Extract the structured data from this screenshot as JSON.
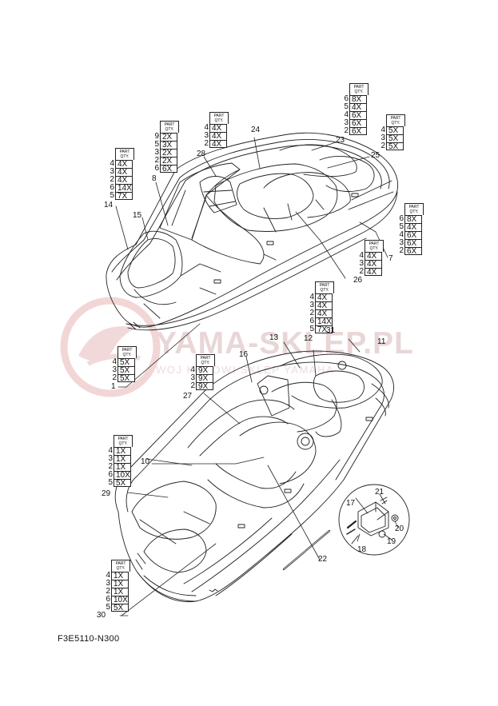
{
  "watermark": {
    "brand": "YAMA-SKLEP.PL",
    "subtitle": "WOJ KCHOWI  SKLEP YAMAHA"
  },
  "diagram_code": "F3E5110-N300",
  "qty_header": {
    "line1": "PART",
    "line2": "QTY."
  },
  "qty_tables": [
    {
      "id": "t14",
      "rows": [
        [
          "4",
          "4X"
        ],
        [
          "3",
          "4X"
        ],
        [
          "2",
          "4X"
        ],
        [
          "6",
          "14X"
        ],
        [
          "5",
          "7X"
        ]
      ]
    },
    {
      "id": "t8",
      "rows": [
        [
          "9",
          "2X"
        ],
        [
          "5",
          "3X"
        ],
        [
          "3",
          "2X"
        ],
        [
          "2",
          "2X"
        ],
        [
          "6",
          "6X"
        ]
      ]
    },
    {
      "id": "t28",
      "rows": [
        [
          "4",
          "4X"
        ],
        [
          "3",
          "4X"
        ],
        [
          "2",
          "4X"
        ]
      ]
    },
    {
      "id": "t23",
      "rows": [
        [
          "6",
          "8X"
        ],
        [
          "5",
          "4X"
        ],
        [
          "4",
          "6X"
        ],
        [
          "3",
          "6X"
        ],
        [
          "2",
          "6X"
        ]
      ]
    },
    {
      "id": "t25",
      "rows": [
        [
          "4",
          "5X"
        ],
        [
          "3",
          "5X"
        ],
        [
          "2",
          "5X"
        ]
      ]
    },
    {
      "id": "t7",
      "rows": [
        [
          "6",
          "8X"
        ],
        [
          "5",
          "4X"
        ],
        [
          "4",
          "6X"
        ],
        [
          "3",
          "6X"
        ],
        [
          "2",
          "6X"
        ]
      ]
    },
    {
      "id": "t26",
      "rows": [
        [
          "4",
          "4X"
        ],
        [
          "3",
          "4X"
        ],
        [
          "2",
          "4X"
        ]
      ]
    },
    {
      "id": "t12",
      "rows": [
        [
          "4",
          "4X"
        ],
        [
          "3",
          "4X"
        ],
        [
          "2",
          "4X"
        ],
        [
          "6",
          "14X"
        ],
        [
          "5",
          "7X"
        ]
      ]
    },
    {
      "id": "t1",
      "rows": [
        [
          "4",
          "5X"
        ],
        [
          "3",
          "5X"
        ],
        [
          "2",
          "5X"
        ]
      ]
    },
    {
      "id": "t27",
      "rows": [
        [
          "4",
          "9X"
        ],
        [
          "3",
          "9X"
        ],
        [
          "2",
          "9X"
        ]
      ]
    },
    {
      "id": "t29",
      "rows": [
        [
          "4",
          "1X"
        ],
        [
          "3",
          "1X"
        ],
        [
          "2",
          "1X"
        ],
        [
          "6",
          "10X"
        ],
        [
          "5",
          "5X"
        ]
      ]
    },
    {
      "id": "t30",
      "rows": [
        [
          "4",
          "1X"
        ],
        [
          "3",
          "1X"
        ],
        [
          "2",
          "1X"
        ],
        [
          "6",
          "10X"
        ],
        [
          "5",
          "5X"
        ]
      ]
    }
  ],
  "callouts": [
    "1",
    "7",
    "8",
    "10",
    "11",
    "12",
    "13",
    "14",
    "15",
    "16",
    "17",
    "18",
    "19",
    "20",
    "21",
    "22",
    "23",
    "24",
    "25",
    "26",
    "27",
    "28",
    "29",
    "30",
    "31"
  ]
}
